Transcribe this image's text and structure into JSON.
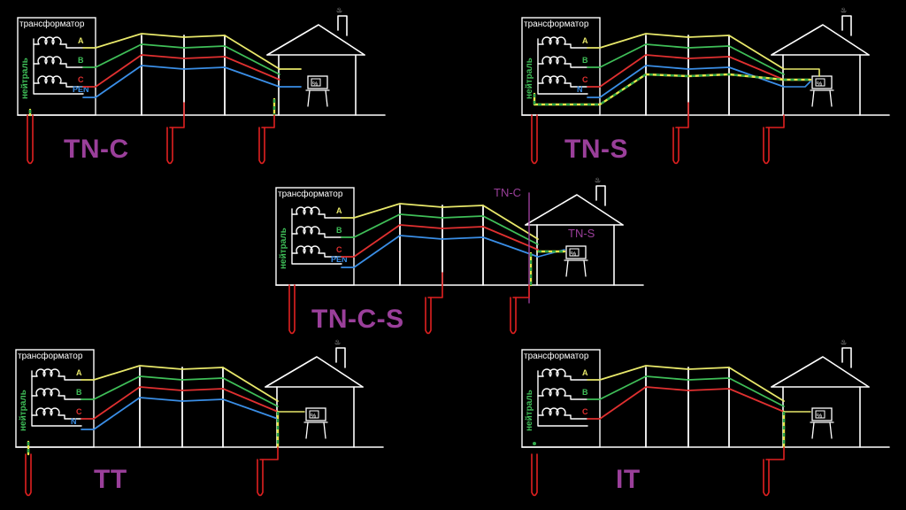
{
  "colors": {
    "phase_a": "#e8e86a",
    "phase_b": "#3fbf58",
    "phase_c": "#e03030",
    "neutral": "#3a8ee6",
    "ground": "#e02020",
    "pe_yellow": "#e6e64a",
    "pe_green": "#2fa84a",
    "white": "#ffffff",
    "label_purple": "#9a3f9a",
    "neutral_label": "#3fbf58"
  },
  "common": {
    "transformer_title": "трансформатор",
    "neutral_vertical": "нейтраль",
    "phase_labels": [
      "A",
      "B",
      "C"
    ],
    "meter_label": "%"
  },
  "diagrams": [
    {
      "id": "tn-c",
      "title": "TN-C",
      "fourth_wire": "PEN"
    },
    {
      "id": "tn-s",
      "title": "TN-S",
      "fourth_wire": "N"
    },
    {
      "id": "tn-c-s",
      "title": "TN-C-S",
      "fourth_wire": "PEN",
      "marker_top": "TN-C",
      "marker_side": "TN-S"
    },
    {
      "id": "tt",
      "title": "TT",
      "fourth_wire": "N"
    },
    {
      "id": "it",
      "title": "IT",
      "fourth_wire": ""
    }
  ]
}
